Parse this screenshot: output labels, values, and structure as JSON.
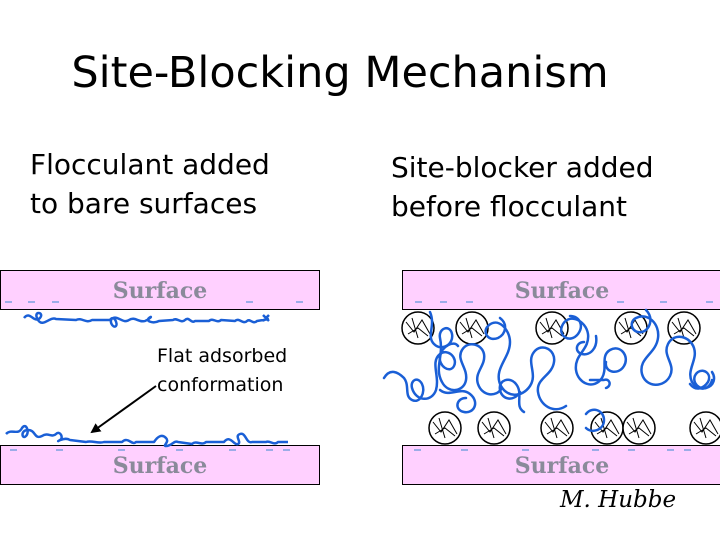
{
  "title": "Site-Blocking Mechanism",
  "left_panel": {
    "heading_line1": "Flocculant added",
    "heading_line2": "to bare surfaces",
    "top_surface_label": "Surface",
    "bottom_surface_label": "Surface",
    "annotation_line1": "Flat adsorbed",
    "annotation_line2": "conformation"
  },
  "right_panel": {
    "heading_line1": "Site-blocker added",
    "heading_line2": "before flocculant",
    "top_surface_label": "Surface",
    "bottom_surface_label": "Surface"
  },
  "credit": "M. Hubbe",
  "colors": {
    "surface_fill": "#ffd0ff",
    "surface_label": "#8a8a9a",
    "polymer": "#1a5fd6",
    "charge_marks": "#7aa0e0"
  }
}
